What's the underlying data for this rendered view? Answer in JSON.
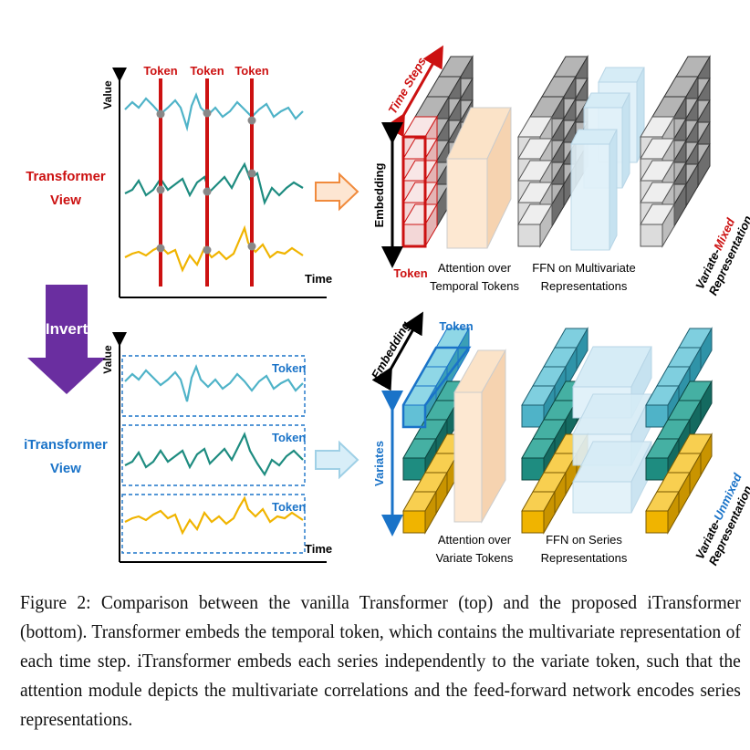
{
  "figure": {
    "top": {
      "view_label_line1": "Transformer",
      "view_label_line2": "View",
      "token_label": "Token",
      "axis_y": "Value",
      "axis_x": "Time",
      "time_steps": "Time Steps",
      "embedding": "Embedding",
      "token_under": "Token",
      "stage1_line1": "Attention over",
      "stage1_line2": "Temporal Tokens",
      "stage2_line1": "FFN on Multivariate",
      "stage2_line2": "Representations",
      "repr_part1": "Variate-",
      "repr_part2": "Mixed",
      "repr_line2": "Representation"
    },
    "invert_label": "Invert",
    "bottom": {
      "view_label_line1": "iTransformer",
      "view_label_line2": "View",
      "token_label": "Token",
      "axis_y": "Value",
      "axis_x": "Time",
      "embedding": "Embedding",
      "token_top": "Token",
      "variates": "Variates",
      "stage1_line1": "Attention over",
      "stage1_line2": "Variate Tokens",
      "stage2_line1": "FFN on Series",
      "stage2_line2": "Representations",
      "repr_part1": "Variate-",
      "repr_part2": "Unmixed",
      "repr_line2": "Representation"
    },
    "colors": {
      "token_red": "#cc1111",
      "blue_label": "#1a73c8",
      "series_blue": "#4fb3c8",
      "series_teal": "#1e8c80",
      "series_yellow": "#f0b400",
      "invert_purple": "#6a2ea0",
      "arrow_orange": "#f08a3c"
    }
  },
  "caption": "Figure 2: Comparison between the vanilla Transformer (top) and the proposed iTransformer (bottom). Transformer embeds the temporal token, which contains the multivariate representation of each time step. iTransformer embeds each series independently to the variate token, such that the attention module depicts the multivariate correlations and the feed-forward network encodes series representations."
}
